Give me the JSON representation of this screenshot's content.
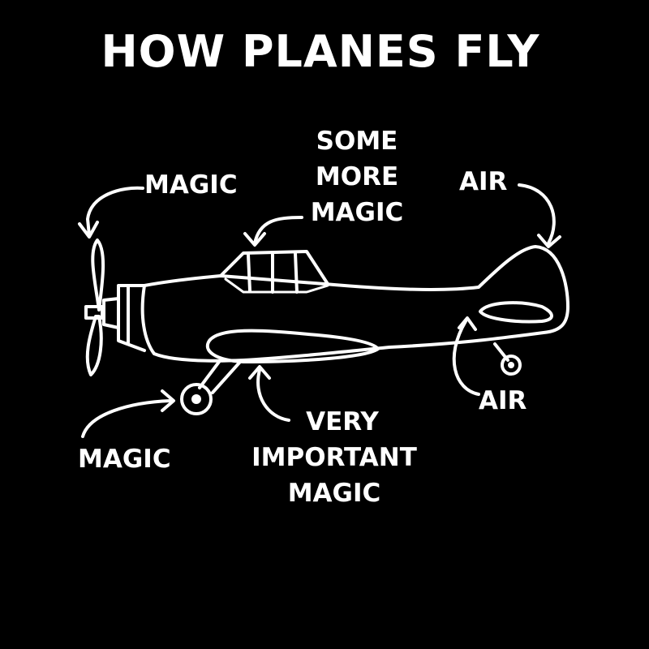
{
  "title": "HOW PLANES FLY",
  "labels": {
    "propeller": "MAGIC",
    "cockpit": [
      "SOME",
      "MORE",
      "MAGIC"
    ],
    "tail_top": "AIR",
    "tail_bottom": "AIR",
    "front_wheel": "MAGIC",
    "wing": [
      "VERY",
      "IMPORTANT",
      "MAGIC"
    ]
  },
  "colors": {
    "background": "#000000",
    "ink": "#ffffff"
  }
}
